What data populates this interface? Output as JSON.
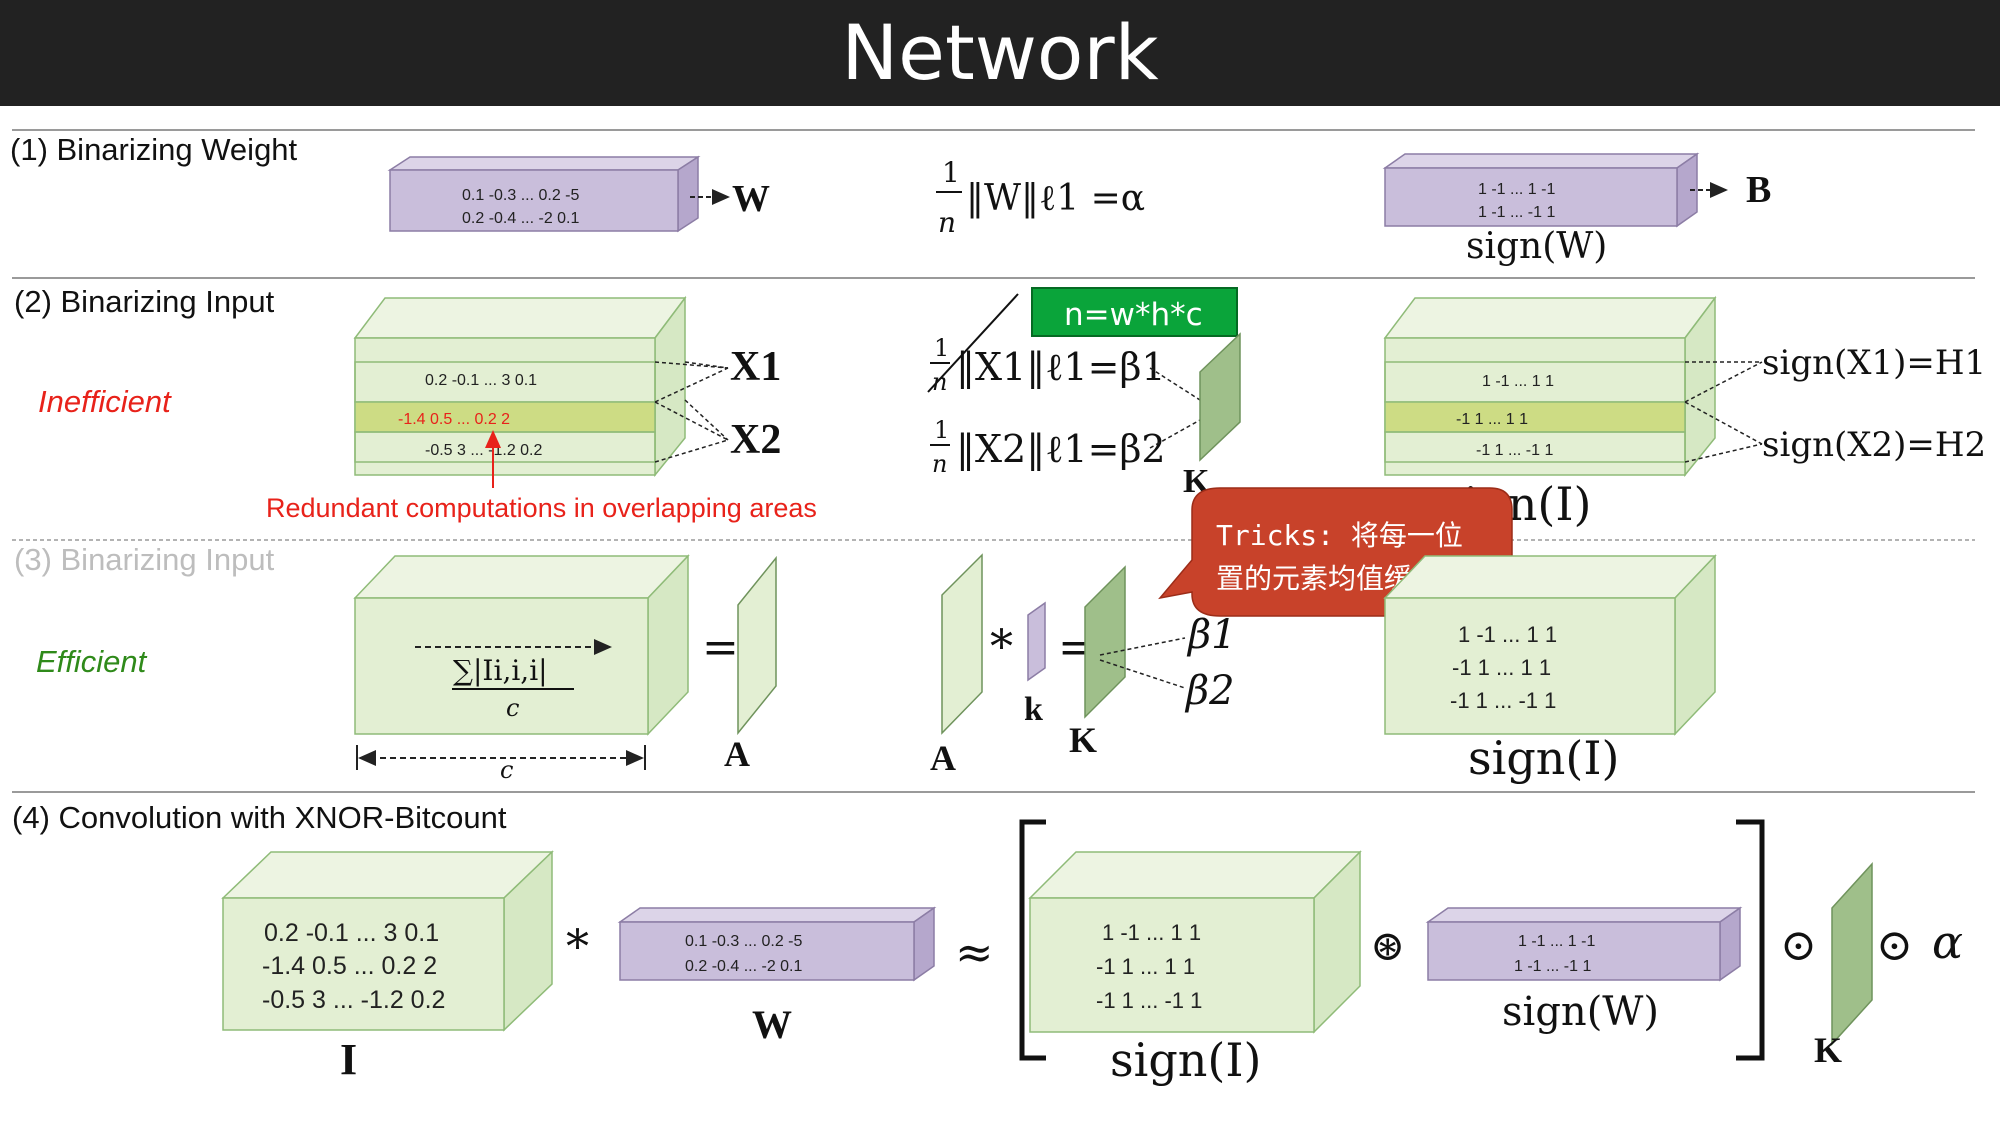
{
  "header": {
    "title": "Network"
  },
  "sections": {
    "s1": {
      "label": "(1)  Binarizing Weight"
    },
    "s2": {
      "label": "(2) Binarizing Input",
      "tag": "Inefficient"
    },
    "s3": {
      "label": "(3) Binarizing Input",
      "tag": "Efficient"
    },
    "s4": {
      "label": "(4) Convolution with XNOR-Bitcount"
    }
  },
  "s1": {
    "w_row1": "0.1 -0.3 ... 0.2 -5",
    "w_row2": "0.2 -0.4  ...  -2  0.1",
    "w_name": "W",
    "formula_num": "1",
    "formula_den": "n",
    "formula_body": "‖W‖ℓ1 =α",
    "b_row1": "1  -1  ...  1  -1",
    "b_row2": "1  -1  ...  -1  1",
    "b_name": "B",
    "sign_label": "sign(W)"
  },
  "s2": {
    "row1": "0.2  -0.1 ... 3  0.1",
    "row2": "-1.4  0.5  ...  0.2   2",
    "row3": "-0.5  3  ... -1.2  0.2",
    "x1": "X1",
    "x2": "X2",
    "redundant_note": "Redundant computations in overlapping areas",
    "beta1_formula": "‖X1‖ℓ1=β1",
    "beta2_formula": "‖X2‖ℓ1=β2",
    "frac_num": "1",
    "frac_den": "n",
    "green_box": "n=w*h*c",
    "k_label": "K",
    "r_row1": "1  -1 ... 1  1",
    "r_row2": "-1   1  ...   1   1",
    "r_row3": "-1  1 ...  -1  1",
    "h1": "sign(X1)=H1",
    "h2": "sign(X2)=H2",
    "sign_i": "sign(I)"
  },
  "callout": {
    "line1": "Tricks: 将每一位",
    "line2": "置的元素均值缓存"
  },
  "s3": {
    "sum_label": "∑|Ii,i,i|",
    "sum_den": "c",
    "c_label": "c",
    "eq": "=",
    "a_label": "A",
    "a2_label": "A",
    "star": "*",
    "eq2": "=",
    "k_small": "k",
    "k_label": "K",
    "beta1": "β1",
    "beta2": "β2",
    "r_row1": "1  -1  ...  1  1",
    "r_row2": "-1   1  ...   1  1",
    "r_row3": "-1   1  ...  -1  1",
    "sign_i": "sign(I)"
  },
  "s4": {
    "i_row1": "0.2  -0.1  ... 3  0.1",
    "i_row2": "-1.4  0.5  ...  0.2  2",
    "i_row3": "-0.5  3  ... -1.2  0.2",
    "i_label": "I",
    "star": "*",
    "w_row1": "0.1  -0.3 ...  0.2  -5",
    "w_row2": "0.2   -0.4  ...  -2  0.1",
    "w_label": "W",
    "approx": "≈",
    "s_row1": "1  -1  ...  1  1",
    "s_row2": "-1   1  ...   1  1",
    "s_row3": "-1   1  ...  -1  1",
    "sign_i": "sign(I)",
    "xnor": "⊛",
    "b_row1": "1  -1 ...  1  -1",
    "b_row2": "1  -1  ...  -1  1",
    "sign_w": "sign(W)",
    "odot": "⊙",
    "k_label": "K",
    "odot2": "⊙",
    "alpha": "α"
  },
  "colors": {
    "header_bg": "#222222",
    "purple_fill": "#c9bedb",
    "green_fill": "#e3efd3",
    "highlight": "#cddc84",
    "red": "#e8221a",
    "green_text": "#2f8a1a",
    "callout": "#c8422a",
    "green_box": "#0aa43a"
  }
}
